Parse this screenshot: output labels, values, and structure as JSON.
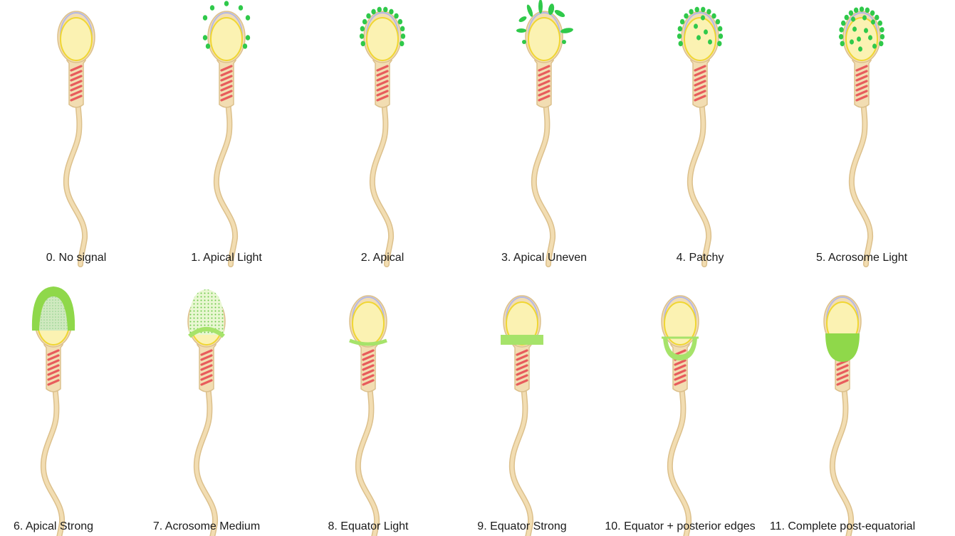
{
  "colors": {
    "tail": "#f2ddb2",
    "tail_outline": "#dcc08c",
    "head": "#fbf2b2",
    "head_outline": "#f0d632",
    "membrane": "#b4b8e6",
    "midpiece": "#e85c5c",
    "signal_dot": "#2fc94a",
    "signal_strong": "#8fd84a",
    "signal_band": "#a6e36a",
    "label": "#1a1a1a"
  },
  "diagram": {
    "panels": [
      {
        "label": "0. No signal",
        "pattern": "none"
      },
      {
        "label": "1. Apical Light",
        "pattern": "apical-light"
      },
      {
        "label": "2. Apical",
        "pattern": "apical"
      },
      {
        "label": "3. Apical Uneven",
        "pattern": "apical-uneven"
      },
      {
        "label": "4. Patchy",
        "pattern": "patchy"
      },
      {
        "label": "5. Acrosome Light",
        "pattern": "acrosome-light"
      },
      {
        "label": "6. Apical Strong",
        "pattern": "apical-strong"
      },
      {
        "label": "7. Acrosome Medium",
        "pattern": "acrosome-medium"
      },
      {
        "label": "8. Equator Light",
        "pattern": "equator-light"
      },
      {
        "label": "9. Equator Strong",
        "pattern": "equator-strong"
      },
      {
        "label": "10. Equator + posterior edges",
        "pattern": "equator-posterior"
      },
      {
        "label": "11. Complete post-equatorial",
        "pattern": "post-equatorial"
      }
    ]
  }
}
